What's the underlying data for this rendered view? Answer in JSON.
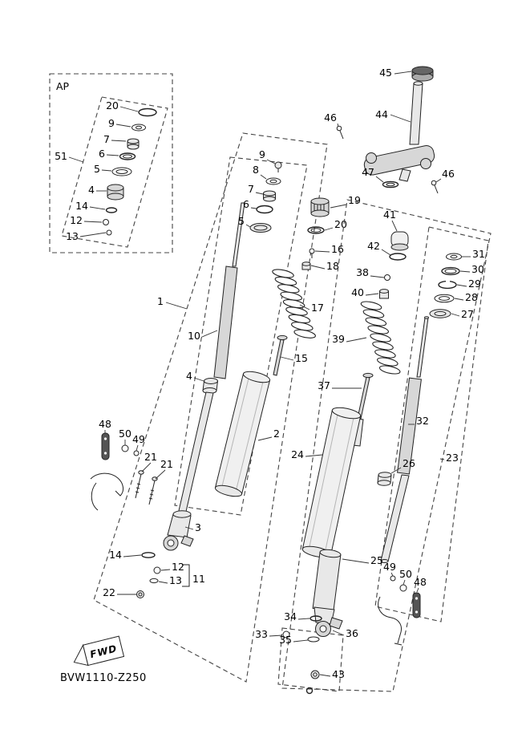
{
  "diagram": {
    "ap": "AP",
    "fwd": "FWD",
    "code": "BVW1110-Z250"
  },
  "callouts": {
    "ap_51": "51",
    "ap_20": "20",
    "ap_9": "9",
    "ap_7": "7",
    "ap_6": "6",
    "ap_5": "5",
    "ap_4": "4",
    "ap_14": "14",
    "ap_12": "12",
    "ap_13": "13",
    "s_45": "45",
    "s_44": "44",
    "s_46a": "46",
    "s_47": "47",
    "s_46b": "46",
    "l_1": "1",
    "l_9": "9",
    "l_8": "8",
    "l_7": "7",
    "l_6": "6",
    "l_5": "5",
    "l_19": "19",
    "l_20": "20",
    "l_16": "16",
    "l_18": "18",
    "l_17": "17",
    "l_15": "15",
    "l_10": "10",
    "l_4": "4",
    "l_2": "2",
    "l_3": "3",
    "l_21a": "21",
    "l_21b": "21",
    "l_48": "48",
    "l_50": "50",
    "l_49": "49",
    "l_14": "14",
    "l_12": "12",
    "l_13": "13",
    "l_11": "11",
    "l_22": "22",
    "r_23": "23",
    "r_41": "41",
    "r_42": "42",
    "r_38": "38",
    "r_40": "40",
    "r_39": "39",
    "r_37": "37",
    "r_24": "24",
    "r_25": "25",
    "r_26": "26",
    "r_32": "32",
    "r_31": "31",
    "r_30": "30",
    "r_29": "29",
    "r_28": "28",
    "r_27": "27",
    "r_33": "33",
    "r_34": "34",
    "r_35": "35",
    "r_36": "36",
    "r_43": "43",
    "r_49": "49",
    "r_50": "50",
    "r_48": "48"
  }
}
